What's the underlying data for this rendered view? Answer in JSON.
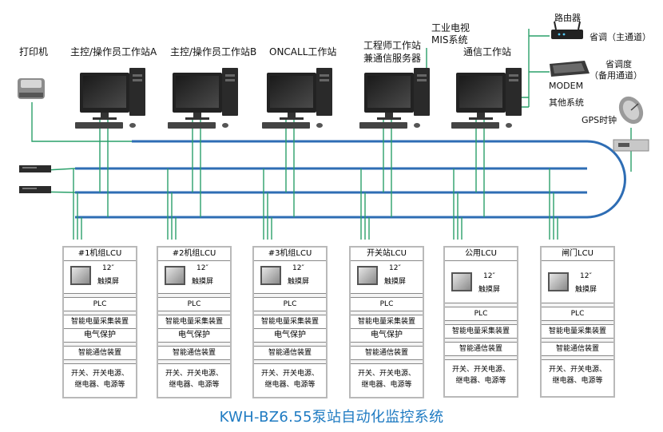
{
  "title": "KWH-BZ6.55泵站自动化监控系统",
  "top_labels": {
    "printer": "打印机",
    "station_a": "主控/操作员工作站A",
    "station_b": "主控/操作员工作站B",
    "oncall": "ONCALL工作站",
    "engineer_1": "工程师工作站",
    "engineer_2": "兼通信服务器",
    "industrial_tv": "工业电视",
    "mis": "MIS系统",
    "comm_station": "通信工作站",
    "router": "路由器",
    "province_main": "省调（主通道）",
    "modem": "MODEM",
    "province_backup_1": "省调度",
    "province_backup_2": "（备用通道）",
    "other_systems": "其他系统",
    "gps": "GPS时钟"
  },
  "lcus": [
    {
      "name": "#1机组LCU",
      "screen_size": "12″",
      "screen_label": "触摸屏",
      "plc": "PLC",
      "energy": "智能电量采集装置",
      "protection": "电气保护",
      "comm": "智能通信装置",
      "misc_1": "开关、开关电源、",
      "misc_2": "继电器、电源等"
    },
    {
      "name": "#2机组LCU",
      "screen_size": "12″",
      "screen_label": "触摸屏",
      "plc": "PLC",
      "energy": "智能电量采集装置",
      "protection": "电气保护",
      "comm": "智能通信装置",
      "misc_1": "开关、开关电源、",
      "misc_2": "继电器、电源等"
    },
    {
      "name": "#3机组LCU",
      "screen_size": "12″",
      "screen_label": "触摸屏",
      "plc": "PLC",
      "energy": "智能电量采集装置",
      "protection": "电气保护",
      "comm": "智能通信装置",
      "misc_1": "开关、开关电源、",
      "misc_2": "继电器、电源等"
    },
    {
      "name": "开关站LCU",
      "screen_size": "12″",
      "screen_label": "触摸屏",
      "plc": "PLC",
      "energy": "智能电量采集装置",
      "protection": "电气保护",
      "comm": "智能通信装置",
      "misc_1": "开关、开关电源、",
      "misc_2": "继电器、电源等"
    },
    {
      "name": "公用LCU",
      "screen_size": "12″",
      "screen_label": "触摸屏",
      "plc": "PLC",
      "energy": "智能电量采集装置",
      "comm": "智能通信装置",
      "misc_1": "开关、开关电源、",
      "misc_2": "继电器、电源等"
    },
    {
      "name": "闸门LCU",
      "screen_size": "12″",
      "screen_label": "触摸屏",
      "plc": "PLC",
      "energy": "智能电量采集装置",
      "comm": "智能通信装置",
      "misc_1": "开关、开关电源、",
      "misc_2": "继电器、电源等"
    }
  ],
  "colors": {
    "bus": "#2e6db4",
    "link": "#2aa06a",
    "title": "#1f7bc2"
  }
}
